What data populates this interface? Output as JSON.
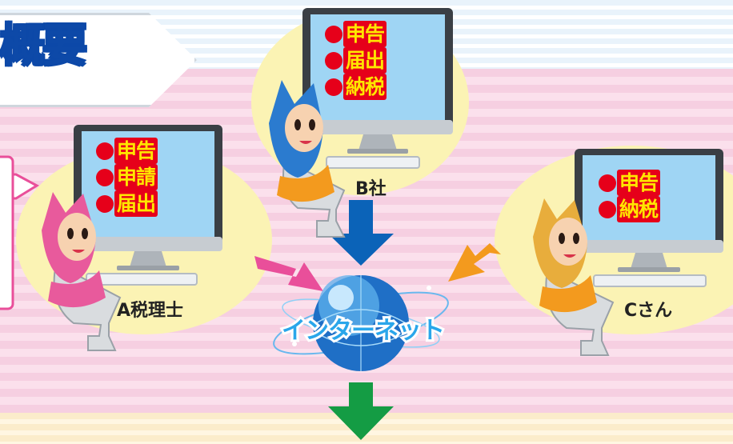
{
  "title": {
    "text": "概要"
  },
  "nodes": {
    "a": {
      "label": "A税理士",
      "items": [
        "申告",
        "申請",
        "届出"
      ]
    },
    "b": {
      "label": "B社",
      "items": [
        "申告",
        "届出",
        "納税"
      ]
    },
    "c": {
      "label": "Cさん",
      "items": [
        "申告",
        "納税"
      ]
    }
  },
  "internet": {
    "label": "インターネット"
  },
  "colors": {
    "arrow_a": "#e94f9a",
    "arrow_b": "#0b63b8",
    "arrow_c": "#f39a1e",
    "arrow_out": "#149c44",
    "list_text": "#ffe600",
    "list_bg": "#e6001a",
    "title": "#0d49a8",
    "globe": "#1f6fc6",
    "bubble": "#fbf3b4",
    "mascot_a": "#e85a9c",
    "mascot_b": "#2b7bcf",
    "mascot_c": "#e8ad3c"
  },
  "icons": [
    "monitor-icon",
    "keyboard-icon",
    "globe-icon",
    "mascot-icon",
    "chair-icon",
    "arrow-icon"
  ]
}
